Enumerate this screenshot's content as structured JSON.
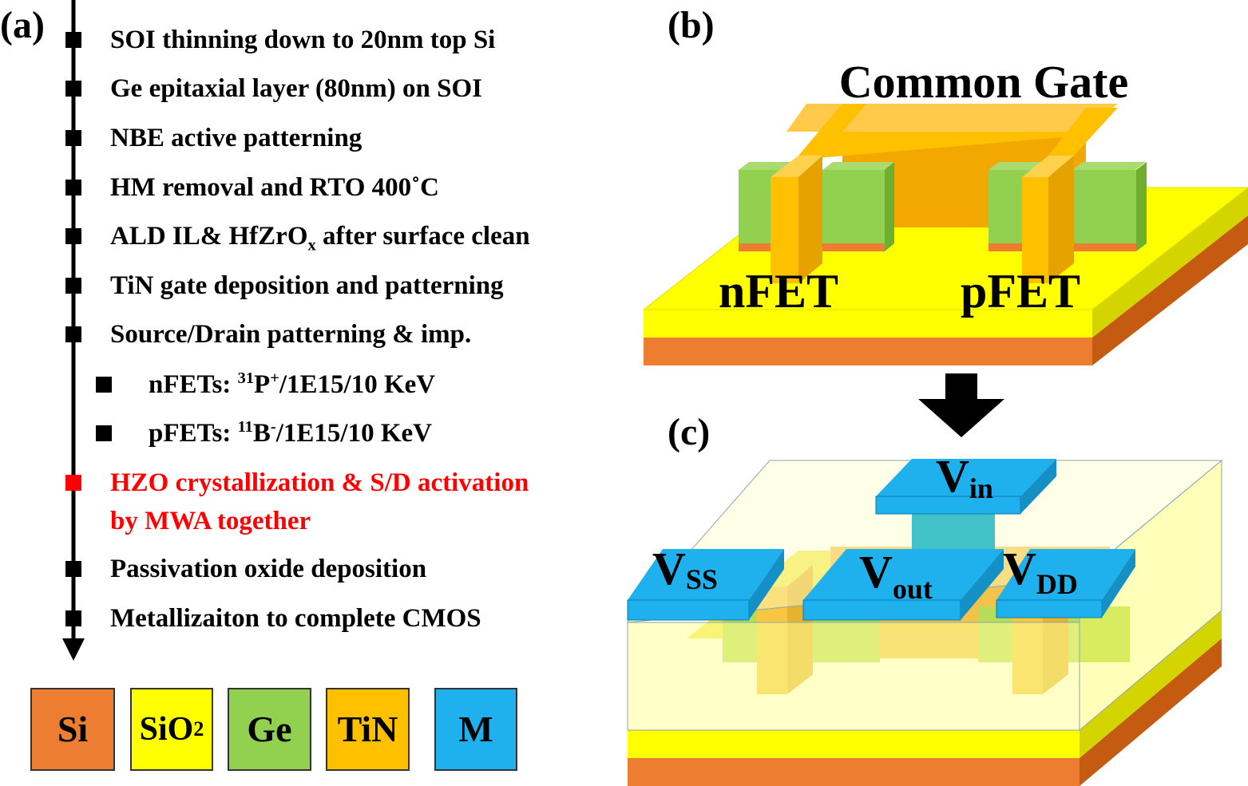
{
  "panels": {
    "a": "(a)",
    "b": "(b)",
    "c": "(c)"
  },
  "process_steps": [
    {
      "text": "SOI thinning down to 20nm top Si"
    },
    {
      "text": "Ge epitaxial layer (80nm) on SOI"
    },
    {
      "text": "NBE active patterning"
    },
    {
      "text": "HM removal and RTO 400˚C"
    },
    {
      "text": "ALD IL& HfZrO",
      "sub": "x",
      "tail": " after surface clean"
    },
    {
      "text": "TiN gate deposition and patterning"
    },
    {
      "text": "Source/Drain patterning & imp."
    },
    {
      "text": "HZO crystallization & S/D activation",
      "highlight": true
    },
    {
      "text": "by MWA together",
      "highlight": true
    },
    {
      "text": "Passivation oxide deposition"
    },
    {
      "text": "Metallizaiton to complete CMOS"
    }
  ],
  "implant_steps": [
    {
      "prefix": "nFETs: ",
      "sup1": "31",
      "ion": "P",
      "sup2": "+",
      "suffix": "/1E15/10 KeV"
    },
    {
      "prefix": "pFETs: ",
      "sup1": "11",
      "ion": "B",
      "sup2": "-",
      "suffix": "/1E15/10 KeV"
    }
  ],
  "legend": [
    {
      "label": "Si",
      "color": "#ed7d31"
    },
    {
      "label": "SiO",
      "sub": "2",
      "color": "#ffff00"
    },
    {
      "label": "Ge",
      "color": "#92d050"
    },
    {
      "label": "TiN",
      "color": "#ffc000"
    },
    {
      "label": "M",
      "color": "#1fb0ee"
    }
  ],
  "diagram_b": {
    "gate_label": "Common Gate",
    "nfet_label": "nFET",
    "pfet_label": "pFET"
  },
  "diagram_c": {
    "vin": {
      "main": "V",
      "sub": "in"
    },
    "vss": {
      "main": "V",
      "sub": "SS"
    },
    "vout": {
      "main": "V",
      "sub": "out"
    },
    "vdd": {
      "main": "V",
      "sub": "DD"
    }
  },
  "colors": {
    "si": "#ed7d31",
    "sio2": "#ffff00",
    "ge": "#92d050",
    "tin": "#ffc000",
    "metal": "#1fb0ee",
    "highlight": "#ff0000"
  }
}
